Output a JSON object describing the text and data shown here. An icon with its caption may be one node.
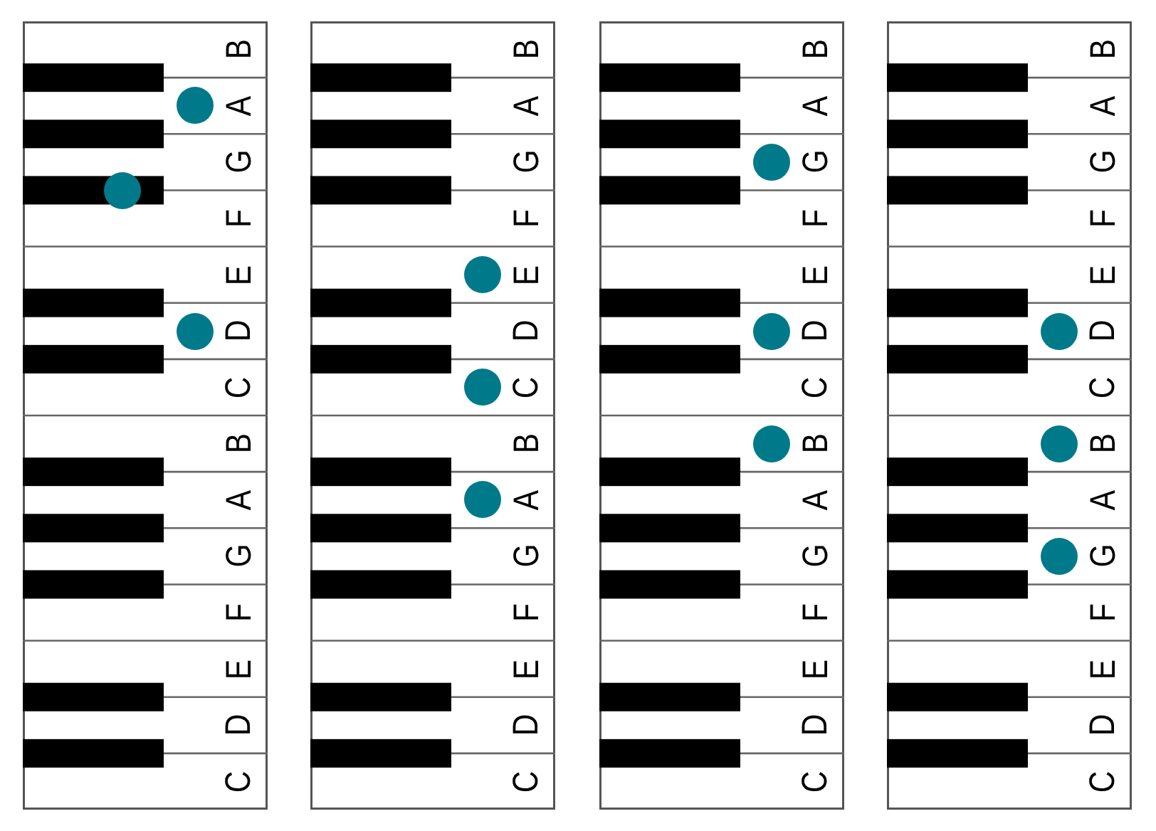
{
  "diagram": {
    "labels": [
      "C",
      "D",
      "E",
      "F",
      "G",
      "A",
      "B",
      "C",
      "D",
      "E",
      "F",
      "G",
      "A",
      "B",
      "C",
      "D",
      "E",
      "F",
      "G",
      "A",
      "B",
      "C",
      "D",
      "E",
      "F",
      "G",
      "A",
      "B",
      "C",
      "D",
      "E",
      "F",
      "G",
      "A",
      "B",
      "C",
      "D",
      "E",
      "F",
      "G",
      "A",
      "B",
      "C",
      "D",
      "E",
      "F",
      "G",
      "A",
      "B",
      "C",
      "D",
      "E",
      "F",
      "G",
      "A",
      "B"
    ]
  }
}
